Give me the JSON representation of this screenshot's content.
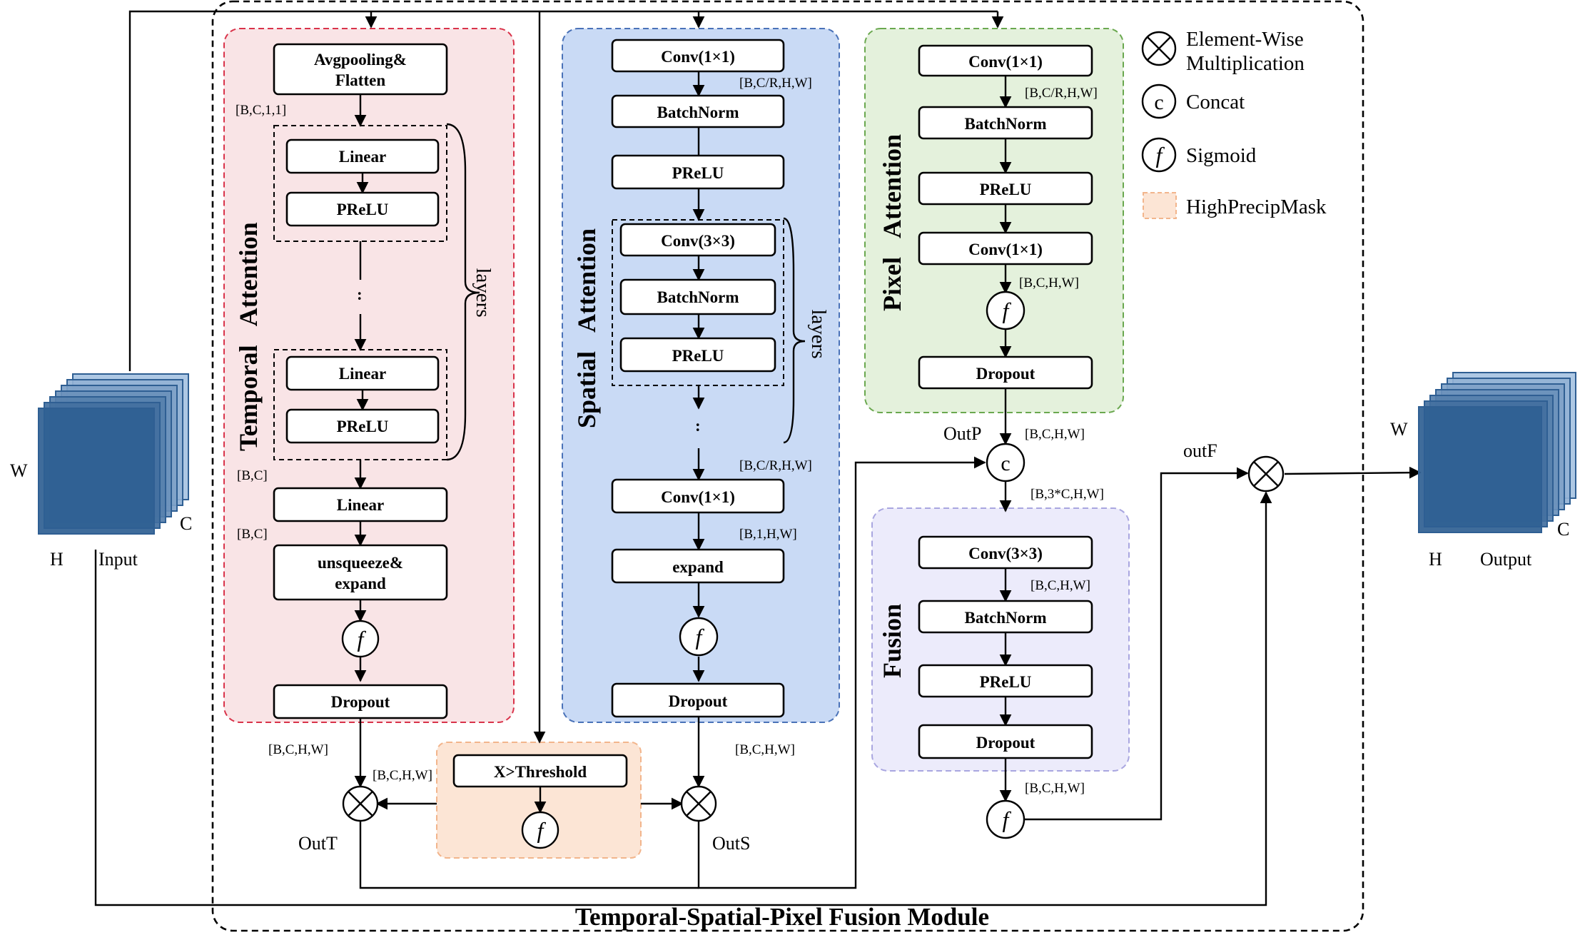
{
  "module_title": "Temporal-Spatial-Pixel Fusion Module",
  "legend": {
    "multiply_line1": "Element-Wise",
    "multiply_line2": "Multiplication",
    "concat_symbol": "c",
    "concat": "Concat",
    "sigmoid_symbol": "f",
    "sigmoid": "Sigmoid",
    "mask": "HighPrecipMask"
  },
  "input": {
    "label": "Input",
    "w": "W",
    "h": "H",
    "c": "C"
  },
  "output": {
    "label": "Output",
    "w": "W",
    "h": "H",
    "c": "C"
  },
  "temporal": {
    "title_a": "Temporal",
    "title_b": "Attention",
    "avgpool_line1": "Avgpooling&",
    "avgpool_line2": "Flatten",
    "dim_pool": "[B,C,1,1]",
    "linear1": "Linear",
    "prelu1": "PReLU",
    "ellipsis": ":",
    "linear2": "Linear",
    "prelu2": "PReLU",
    "layers": "layers",
    "dim_bc1": "[B,C]",
    "linear3": "Linear",
    "dim_bc2": "[B,C]",
    "unsq_line1": "unsqueeze&",
    "unsq_line2": "expand",
    "sigmoid": "f",
    "dropout": "Dropout",
    "dim_out": "[B,C,H,W]",
    "dim_mask": "[B,C,H,W]",
    "out_label": "OutT"
  },
  "spatial": {
    "title_a": "Spatial",
    "title_b": "Attention",
    "conv1": "Conv(1×1)",
    "dim1": "[B,C/R,H,W]",
    "bn1": "BatchNorm",
    "prelu1": "PReLU",
    "conv3": "Conv(3×3)",
    "bn2": "BatchNorm",
    "prelu2": "PReLU",
    "layers": "layers",
    "ellipsis": ":",
    "dim2": "[B,C/R,H,W]",
    "conv2": "Conv(1×1)",
    "dim3": "[B,1,H,W]",
    "expand": "expand",
    "sigmoid": "f",
    "dropout": "Dropout",
    "dim_out": "[B,C,H,W]",
    "out_label": "OutS"
  },
  "mask": {
    "threshold": "X>Threshold",
    "sigmoid": "f"
  },
  "pixel": {
    "title_a": "Pixel",
    "title_b": "Attention",
    "conv1": "Conv(1×1)",
    "dim1": "[B,C/R,H,W]",
    "bn": "BatchNorm",
    "prelu": "PReLU",
    "conv2": "Conv(1×1)",
    "dim2": "[B,C,H,W]",
    "sigmoid": "f",
    "dropout": "Dropout",
    "out_label": "OutP",
    "dim_out": "[B,C,H,W]"
  },
  "concat": {
    "symbol": "c",
    "dim": "[B,3*C,H,W]"
  },
  "fusion": {
    "title": "Fusion",
    "conv": "Conv(3×3)",
    "dim1": "[B,C,H,W]",
    "bn": "BatchNorm",
    "prelu": "PReLU",
    "dropout": "Dropout",
    "dim_out": "[B,C,H,W]",
    "sigmoid": "f"
  },
  "out_f": "outF",
  "colors": {
    "temporal_fill": "#f9e4e6",
    "temporal_border": "#d9334a",
    "spatial_fill": "#c9daf5",
    "spatial_border": "#4a72b8",
    "pixel_fill": "#e4f1dc",
    "pixel_border": "#6aa84f",
    "fusion_fill": "#ecebfb",
    "fusion_border": "#a9a6e0",
    "mask_fill": "#fce5d5",
    "mask_border": "#f2b58c",
    "tensor_light": "#a7c3e2",
    "tensor_dark": "#2f5f93",
    "tensor_stroke": "#2f5f93"
  }
}
